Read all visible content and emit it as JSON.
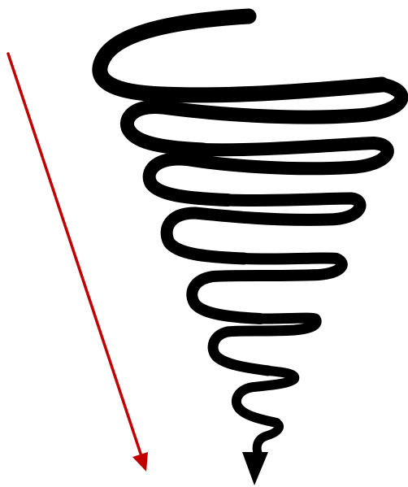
{
  "figure": {
    "background": "#ffffff",
    "spiral": {
      "color": "#000000",
      "turns": 7,
      "shape": "cone-funnel-narrowing-downward",
      "end_marker": "arrowhead-down"
    },
    "side_arrow": {
      "color": "#c00000",
      "direction": "down-right"
    }
  }
}
